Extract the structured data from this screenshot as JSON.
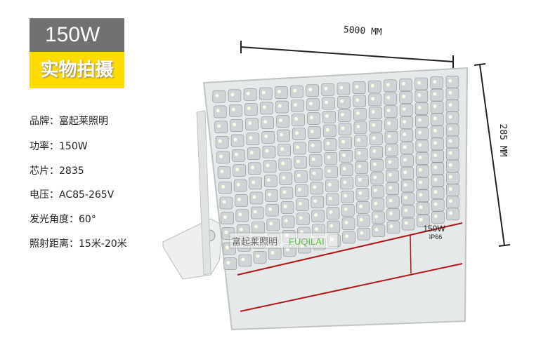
{
  "badge": {
    "wattage": "150W",
    "caption": "实物拍摄"
  },
  "specs": [
    {
      "label": "品牌：",
      "value": "富起莱照明"
    },
    {
      "label": "功率：",
      "value": "150W"
    },
    {
      "label": "芯片：",
      "value": "2835"
    },
    {
      "label": "电压：",
      "value": "AC85-265V"
    },
    {
      "label": "发光角度：",
      "value": "60°"
    },
    {
      "label": "照射距离：",
      "value": "15米-20米"
    }
  ],
  "dimensions": {
    "width": "5000 MM",
    "height": "285 MM"
  },
  "product_label": {
    "power": "150W",
    "rating": "IP66"
  },
  "watermark": {
    "cn": "富起莱照明",
    "en": "FUQILAI"
  },
  "colors": {
    "badge_gray": "#717171",
    "badge_yellow": "#ffdc00",
    "red_line": "#b01818",
    "watermark_green": "#5cc040"
  }
}
